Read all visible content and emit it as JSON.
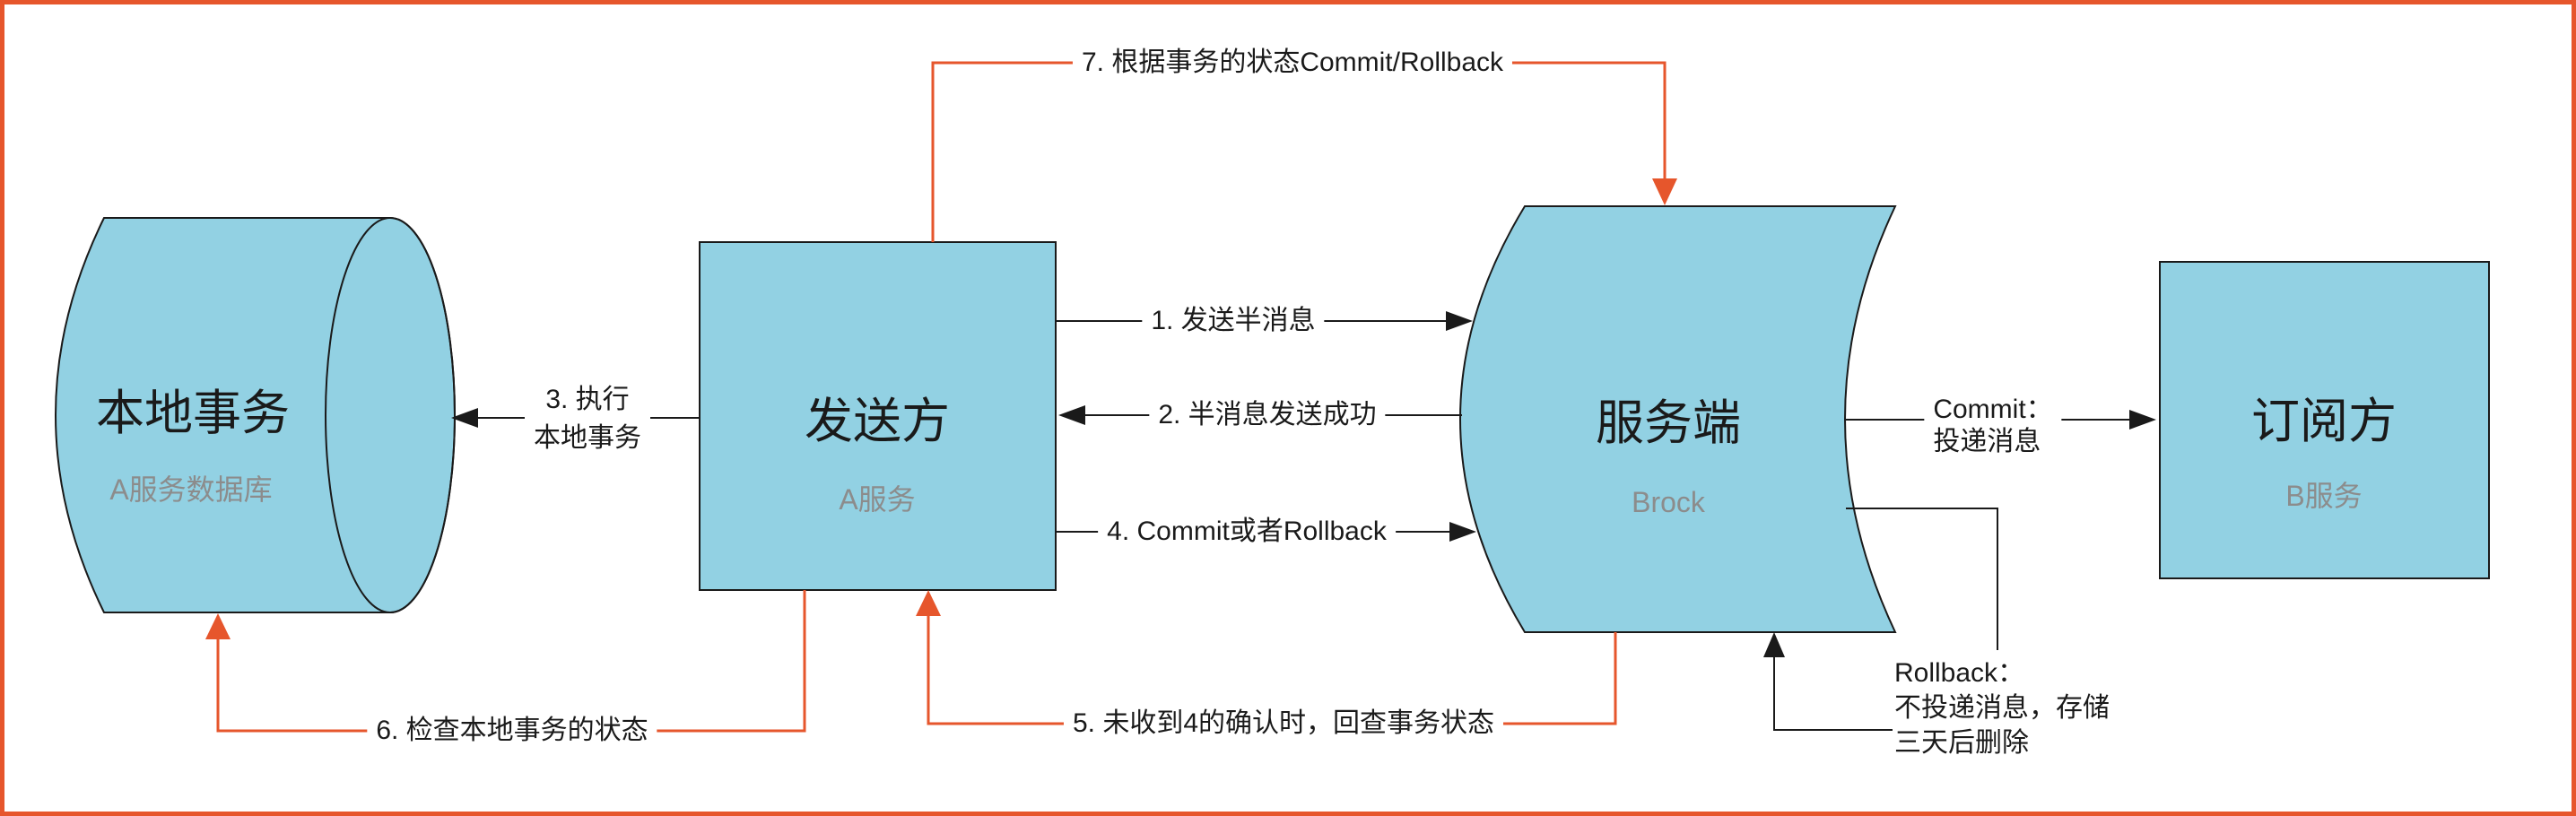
{
  "colors": {
    "accent": "#e6562c",
    "node_fill": "#92d1e3",
    "node_stroke": "#1a1a1a",
    "line": "#1a1a1a",
    "subtitle_text": "#8c8c8c",
    "background": "#ffffff"
  },
  "nodes": {
    "local_db": {
      "title": "本地事务",
      "subtitle": "A服务数据库",
      "shape": "cylinder"
    },
    "sender": {
      "title": "发送方",
      "subtitle": "A服务",
      "shape": "rectangle"
    },
    "server": {
      "title": "服务端",
      "subtitle": "Brock",
      "shape": "stored-data"
    },
    "subscriber": {
      "title": "订阅方",
      "subtitle": "B服务",
      "shape": "rectangle"
    }
  },
  "edges": {
    "send_half": {
      "label": "1. 发送半消息",
      "from": "sender",
      "to": "server",
      "color": "black"
    },
    "half_ok": {
      "label": "2. 半消息发送成功",
      "from": "server",
      "to": "sender",
      "color": "black"
    },
    "exec_local": {
      "line1": "3. 执行",
      "line2": "本地事务",
      "from": "sender",
      "to": "local_db",
      "color": "black"
    },
    "commit_or_rollback": {
      "label": "4. Commit或者Rollback",
      "from": "sender",
      "to": "server",
      "color": "black"
    },
    "recheck": {
      "label": "5. 未收到4的确认时，回查事务状态",
      "from": "server",
      "to": "sender",
      "color": "orange"
    },
    "check_local": {
      "label": "6. 检查本地事务的状态",
      "from": "sender",
      "to": "local_db",
      "color": "orange"
    },
    "status_commit": {
      "label": "7. 根据事务的状态Commit/Rollback",
      "from": "sender",
      "to": "server",
      "color": "orange"
    },
    "commit_deliver": {
      "line1": "Commit：",
      "line2": "投递消息",
      "from": "server",
      "to": "subscriber",
      "color": "black"
    },
    "rollback_note": {
      "line1": "Rollback：",
      "line2": "不投递消息，存储",
      "line3": "三天后删除",
      "from": "server",
      "to": "server",
      "color": "black"
    }
  }
}
